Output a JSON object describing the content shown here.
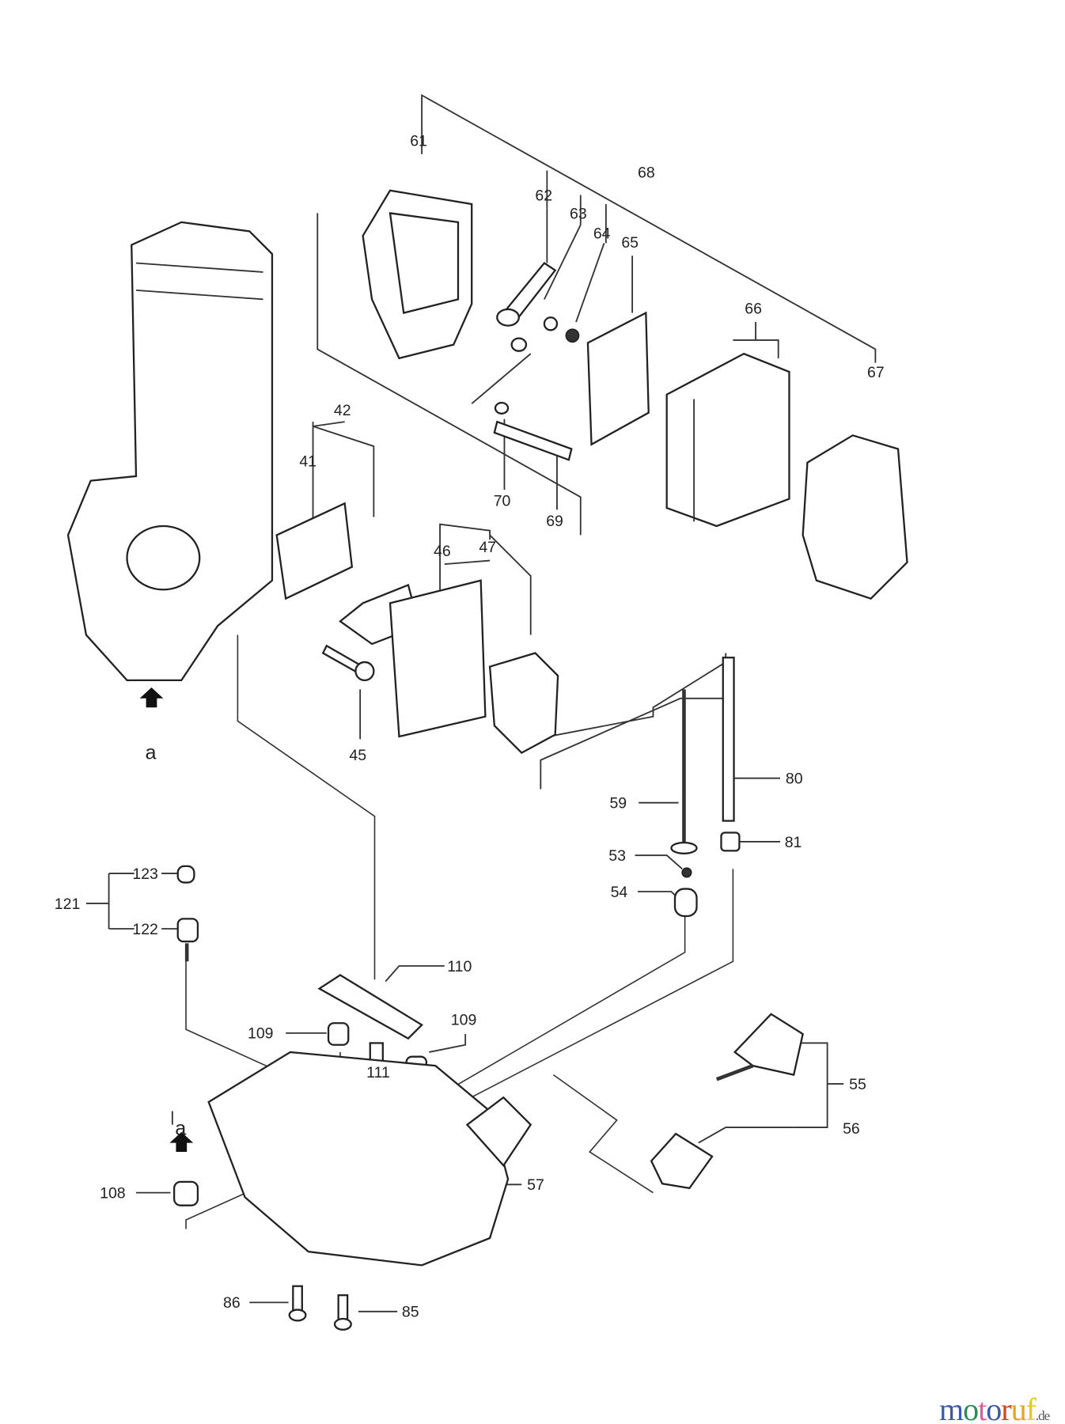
{
  "labels": {
    "p61": "61",
    "p62": "62",
    "p63": "63",
    "p64": "64",
    "p65": "65",
    "p66": "66",
    "p67": "67",
    "p68": "68",
    "p41": "41",
    "p42": "42",
    "p45": "45",
    "p46": "46",
    "p47": "47",
    "p69": "69",
    "p70": "70",
    "p59": "59",
    "p80": "80",
    "p53": "53",
    "p81": "81",
    "p54": "54",
    "p121": "121",
    "p122": "122",
    "p123": "123",
    "p110": "110",
    "p109a": "109",
    "p109b": "109",
    "p111": "111",
    "p55": "55",
    "p56": "56",
    "p57": "57",
    "p108": "108",
    "p86": "86",
    "p85": "85",
    "a_top": "a",
    "a_bottom": "a"
  },
  "logo": {
    "text": "motoruf",
    "suffix": ".de",
    "colors": [
      "#3b5ba5",
      "#2e8b57",
      "#e05a9c",
      "#3b5ba5",
      "#d2461e",
      "#e8a317",
      "#f0c419"
    ]
  }
}
